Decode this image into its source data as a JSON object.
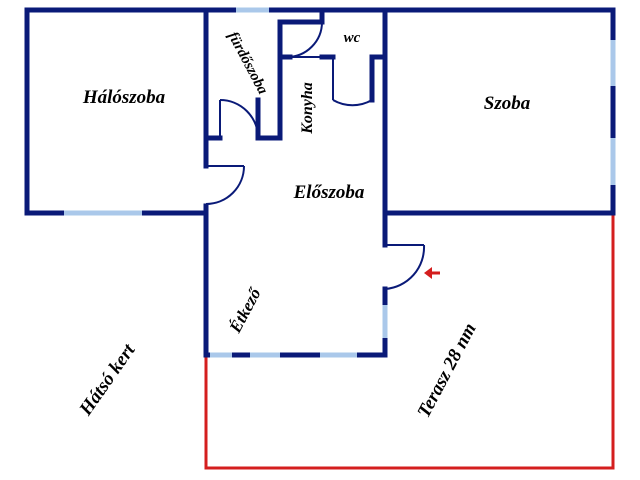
{
  "rooms": {
    "haloszoba": "Hálószoba",
    "furdoszoba": "fürdőszoba",
    "wc": "wc",
    "konyha": "Konyha",
    "szoba": "Szoba",
    "eloszoba": "Előszoba",
    "etkezo": "Étkező",
    "hatso_kert": "Hátsó kert",
    "terasz": "Terasz 28 nm"
  },
  "colors": {
    "wall": "#0a1a78",
    "window": "#aac8ea",
    "terrace_outline": "#d41e1e",
    "entrance_arrow": "#d41e1e"
  },
  "icons": {
    "entrance": "entrance-arrow-icon"
  }
}
